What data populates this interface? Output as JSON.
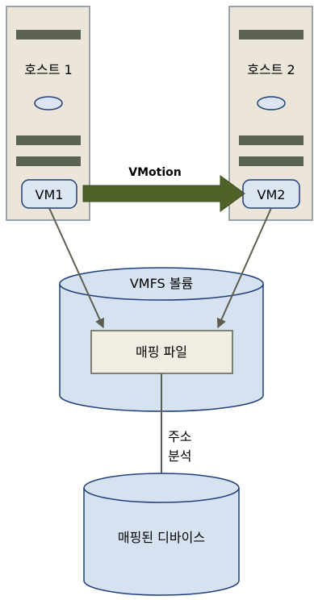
{
  "hosts": [
    {
      "label": "호스트 1",
      "vm_label": "VM1"
    },
    {
      "label": "호스트 2",
      "vm_label": "VM2"
    }
  ],
  "vmotion_label": "VMotion",
  "vmfs_volume": {
    "label": "VMFS 볼륨",
    "mapping_file_label": "매핑 파일"
  },
  "address_resolution": {
    "line1": "주소",
    "line2": "분석"
  },
  "mapped_device": {
    "label": "매핑된 디바이스"
  },
  "colors": {
    "host_fill": "#ECE6DA",
    "host_stroke": "#7D8A96",
    "host_bar": "#5A6450",
    "vm_fill": "#DCE6F2",
    "vm_stroke": "#1F3F7A",
    "arrow_fill": "#4F6228",
    "connector": "#5C5E50",
    "cylinder_fill": "#D6E2F0",
    "cylinder_stroke": "#1F3F7A",
    "mapping_fill": "#F1EDE2"
  }
}
